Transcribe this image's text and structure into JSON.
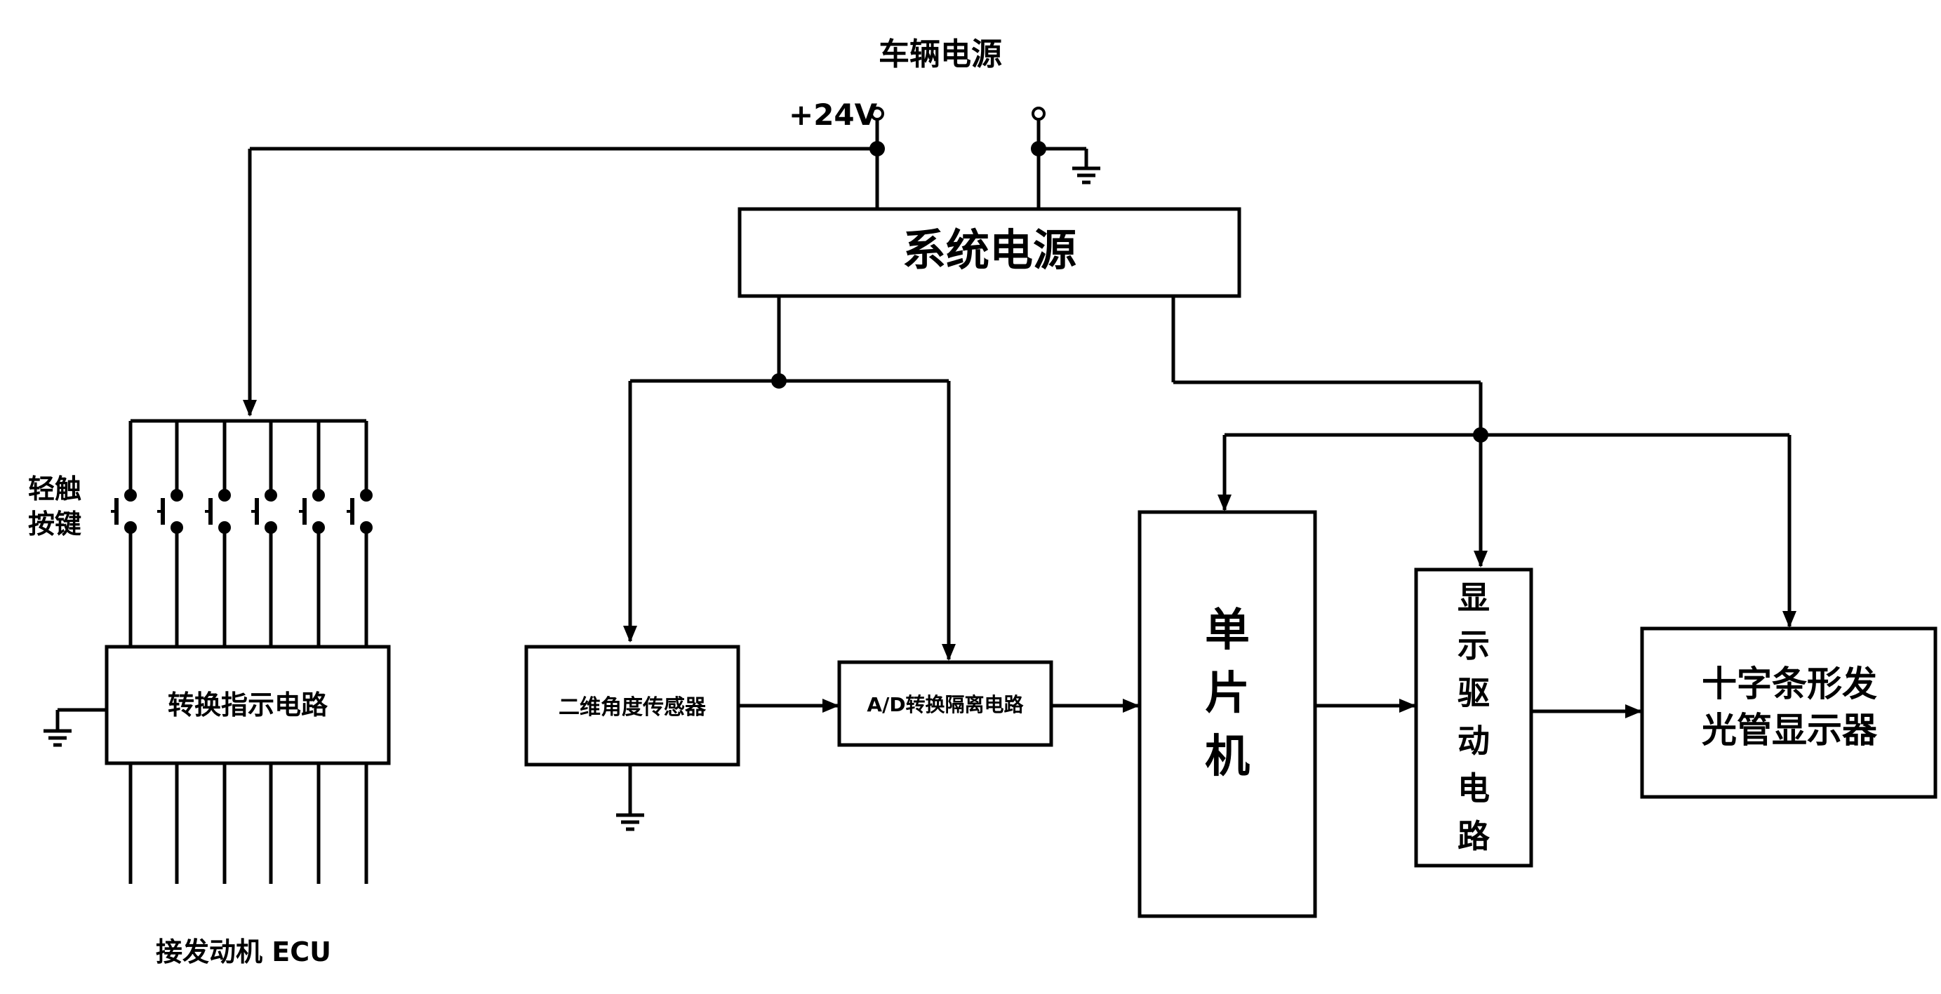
{
  "labels": {
    "vehicle_power": "车辆电源",
    "plus_24v": "+24V",
    "system_power": "系统电源",
    "tact_switch_line1": "轻触",
    "tact_switch_line2": "按键",
    "conversion_indicator": "转换指示电路",
    "engine_ecu": "接发动机 ECU",
    "sensor": "二维角度传感器",
    "ad_isolation": "A/D转换隔离电路",
    "mcu_chars": [
      "单",
      "片",
      "机"
    ],
    "driver_chars": [
      "显",
      "示",
      "驱",
      "动",
      "电",
      "路"
    ],
    "display_line1": "十字条形发",
    "display_line2": "光管显示器"
  },
  "colors": {
    "line": "#000000",
    "background": "#ffffff"
  }
}
